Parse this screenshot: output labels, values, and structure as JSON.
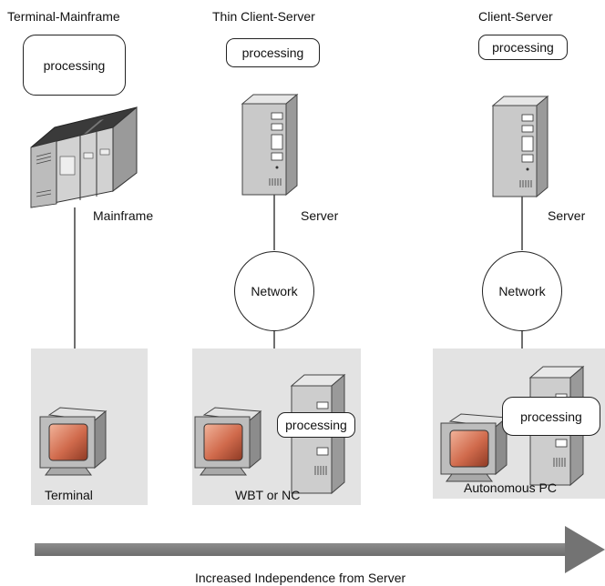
{
  "columns": {
    "terminal_mainframe": {
      "title": "Terminal-Mainframe",
      "processing": "processing",
      "host_label": "Mainframe",
      "client_label": "Terminal"
    },
    "thin_client_server": {
      "title": "Thin Client-Server",
      "processing": "processing",
      "host_label": "Server",
      "network_label": "Network",
      "client_processing": "processing",
      "client_label": "WBT or NC"
    },
    "client_server": {
      "title": "Client-Server",
      "processing": "processing",
      "host_label": "Server",
      "network_label": "Network",
      "client_processing": "processing",
      "client_label": "Autonomous PC"
    }
  },
  "arrow_caption": "Increased Independence from Server",
  "colors": {
    "client_panel": "#e3e3e3",
    "arrow": "#7a7a7a",
    "monitor_screen": "#d06a4c",
    "machine_body": "#c8c8c8"
  },
  "icons": [
    "mainframe-icon",
    "server-icon",
    "monitor-icon",
    "desktop-tower-icon"
  ]
}
